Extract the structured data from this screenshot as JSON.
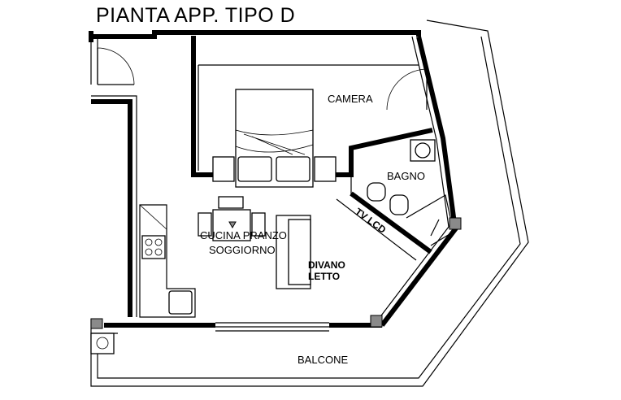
{
  "plan": {
    "title": "PIANTA APP. TIPO D",
    "rooms": {
      "camera": "CAMERA",
      "bagno": "BAGNO",
      "tv": "TV LCD",
      "cucina_line1": "CUCINA PRANZO",
      "cucina_line2": "SOGGIORNO",
      "divano_line1": "DIVANO",
      "divano_line2": "LETTO",
      "balcone": "BALCONE"
    }
  }
}
